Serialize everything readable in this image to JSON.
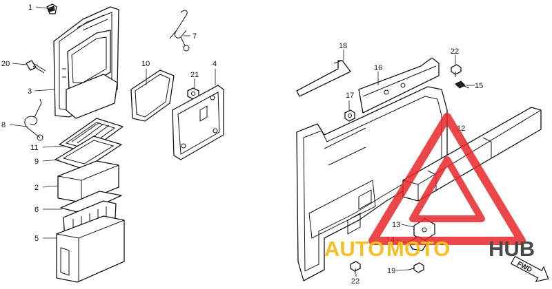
{
  "callouts": [
    "1",
    "2",
    "3",
    "4",
    "5",
    "6",
    "7",
    "8",
    "9",
    "10",
    "11",
    "12",
    "13",
    "14",
    "15",
    "16",
    "17",
    "18",
    "19",
    "20",
    "21",
    "22",
    "22"
  ],
  "watermark": {
    "text_a": "AUTO",
    "text_b": "MOTO",
    "text_c": "HUB",
    "color_a": "#f5b400",
    "color_b": "#f5b400",
    "color_c": "#2a2a2a",
    "triangle_color": "#e8262a"
  },
  "direction_label": "FWD"
}
